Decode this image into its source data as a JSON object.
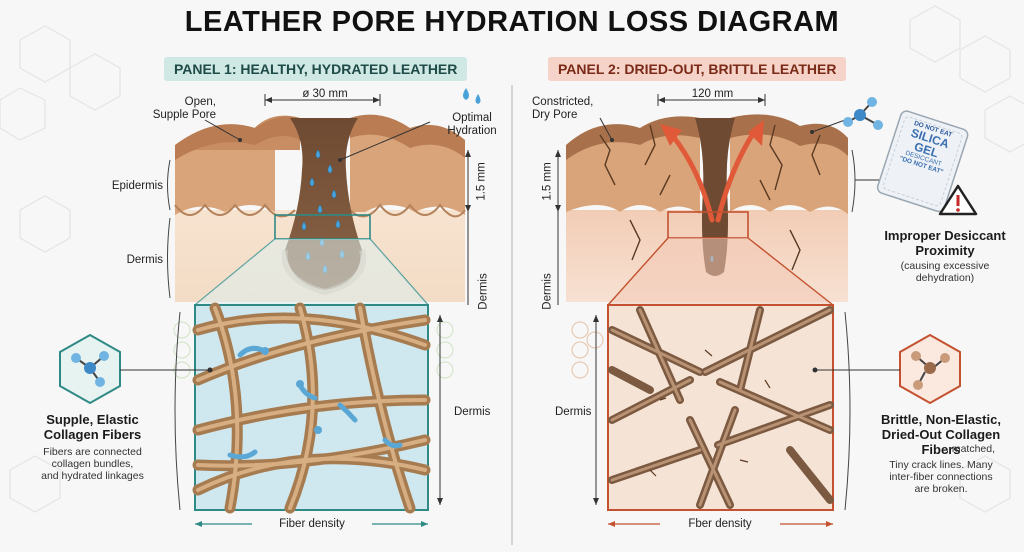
{
  "title": "LEATHER PORE HYDRATION LOSS DIAGRAM",
  "panel1": {
    "label": "PANEL 1: HEALTHY, HYDRATED LEATHER",
    "diameter": "ø 30 mm",
    "pore_label": "Open,\nSupple Pore",
    "hydration_label": "Optimal\nHydration",
    "epidermis_label": "Epidermis",
    "dermis_label": "Dermis",
    "depth_label": "1.5 mm",
    "dermis_right_label": "Dermis",
    "dermis_side_label": "Dermis",
    "fiber_title": "Supple, Elastic\nCollagen Fibers",
    "fiber_desc": "Fibers are connected\ncollagen bundles,\nand hydrated linkages",
    "fiber_density": "Fiber density"
  },
  "panel2": {
    "label": "PANEL 2: DRIED-OUT, BRITTLE LEATHER",
    "diameter": "120 mm",
    "pore_label": "Constricted,\nDry Pore",
    "depth_label": "1.5 mm",
    "dermis_left_label": "Dermis",
    "dermis_side_label": "Dermis",
    "silica_line1": "DO NOT EAT",
    "silica_line2": "SILICA",
    "silica_line3": "GEL",
    "silica_line4": "DESICCANT",
    "silica_line5": "\"DO NOT EAT\"",
    "desiccant_title": "Improper Desiccant\nProximity",
    "desiccant_desc": "(causing excessive\ndehydration)",
    "fiber_title": "Brittle, Non-Elastic,\nDried-Out Collagen\nFibers",
    "fiber_desc_inline": ", matched,",
    "fiber_desc": "Tiny crack lines. Many\ninter-fiber connections\nare broken.",
    "fiber_density": "Fber density"
  },
  "colors": {
    "teal": "#2f8a86",
    "rust": "#c4512f",
    "skin": "#d9a47a",
    "fiber": "#c49a6c",
    "water": "#4aa3d8"
  }
}
